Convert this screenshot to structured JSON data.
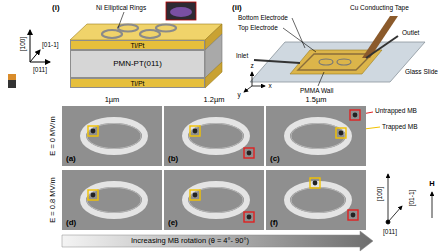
{
  "diagram": {
    "nodes": [
      {
        "text": [
          "Ti/Pt"
        ]
      },
      {
        "text": [
          "PMN-PT(011)"
        ]
      },
      {
        "text": [
          "Ti/Pt"
        ]
      },
      {
        "text": [
          "(a)"
        ]
      },
      {
        "text": [
          "(b)"
        ]
      },
      {
        "text": [
          "(c)"
        ]
      },
      {
        "text": [
          "(d)"
        ]
      },
      {
        "text": [
          "(e)"
        ]
      },
      {
        "text": [
          "(f)"
        ]
      }
    ],
    "labels": [
      "(i)",
      "Ni Elliptical Rings",
      "[100]",
      "[01-1]",
      "[011]",
      "(ii)",
      "Bottom Electrode",
      "Top Electrode",
      "Cu Conducting Tape",
      "Outlet",
      "Glass Slide",
      "Inlet",
      "PMMA Wall",
      "z",
      "x",
      "y",
      "1µm",
      "1.2µm",
      "1.5µm",
      "E = 0 MV/m",
      "E = 0.8 MV/m",
      "Untrapped MB",
      "Trapped MB",
      "[100]",
      "[01-1]",
      "[011]",
      "H",
      "Increasing MB rotation (θ = 4°- 90°)"
    ]
  }
}
